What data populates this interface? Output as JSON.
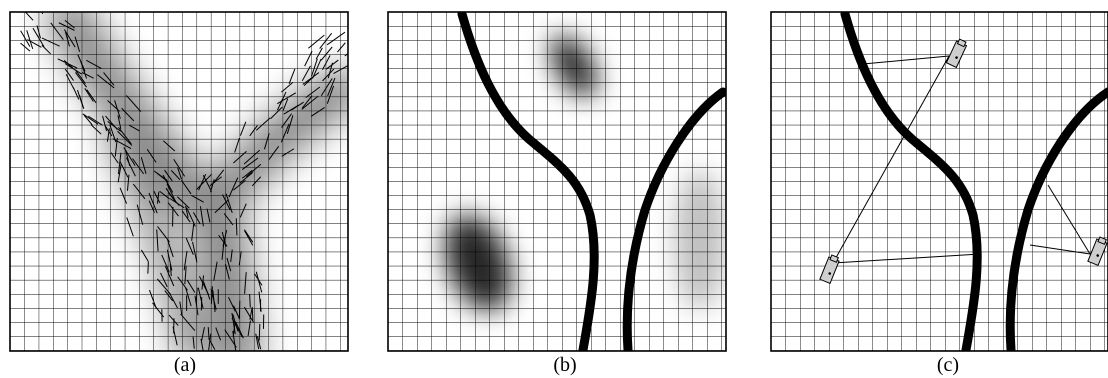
{
  "panels": [
    {
      "id": "a",
      "caption": "(a)"
    },
    {
      "id": "b",
      "caption": "(b)"
    },
    {
      "id": "c",
      "caption": "(c)"
    }
  ],
  "colors": {
    "grid": "#000000",
    "background": "#ffffff",
    "density": "#000000",
    "path": "#000000",
    "camera": "#cfcfcf"
  },
  "icons": [
    "camera-icon"
  ]
}
